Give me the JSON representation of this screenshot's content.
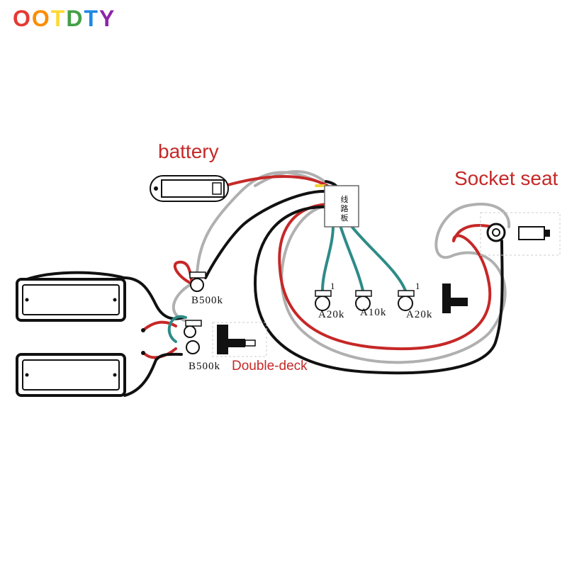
{
  "logo": {
    "text": "OOTDTY",
    "letters": [
      "O",
      "O",
      "T",
      "D",
      "T",
      "Y"
    ],
    "colors": [
      "#e53935",
      "#fb8c00",
      "#fdd835",
      "#43a047",
      "#1e88e5",
      "#8e24aa"
    ]
  },
  "labels": {
    "battery": "battery",
    "socket_seat": "Socket seat",
    "double_deck": "Double-deck",
    "board_chars": [
      "线",
      "路",
      "板"
    ]
  },
  "pots": [
    {
      "label": "B500k"
    },
    {
      "label": "B500k"
    },
    {
      "label": "A20k"
    },
    {
      "label": "A10k"
    },
    {
      "label": "A20k"
    }
  ],
  "pin_marks": [
    "1",
    "1"
  ],
  "wire_colors": {
    "red": "#c62828",
    "black": "#111111",
    "gray": "#b0b0b0",
    "teal": "#2e8b87",
    "yellow": "#f2d335"
  }
}
